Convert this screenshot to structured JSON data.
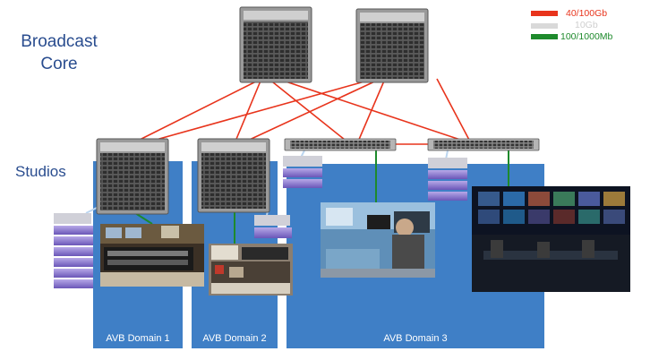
{
  "title": {
    "line1": "Broadcast",
    "line2": "Core"
  },
  "studios_label": "Studios",
  "legend": [
    {
      "label": "40/100Gb",
      "color": "#e8341c"
    },
    {
      "label": "10Gb",
      "color": "#d9d9d9"
    },
    {
      "label": "100/1000Mb",
      "color": "#1e8a2c"
    }
  ],
  "domains": [
    {
      "label": "AVB Domain 1"
    },
    {
      "label": "AVB Domain 2"
    },
    {
      "label": "AVB Domain 3"
    }
  ],
  "colors": {
    "domain_fill": "#3f7fc6",
    "link_core": "#e8341c",
    "link_access": "#1e8a2c",
    "link_10g": "#bcd6f0",
    "title_text": "#2a4d8f"
  },
  "icons": {
    "core_switch": "chassis-switch-icon",
    "access_switch": "rack-switch-icon",
    "server_stack": "server-stack-icon",
    "studio_photo": "photo-icon"
  }
}
